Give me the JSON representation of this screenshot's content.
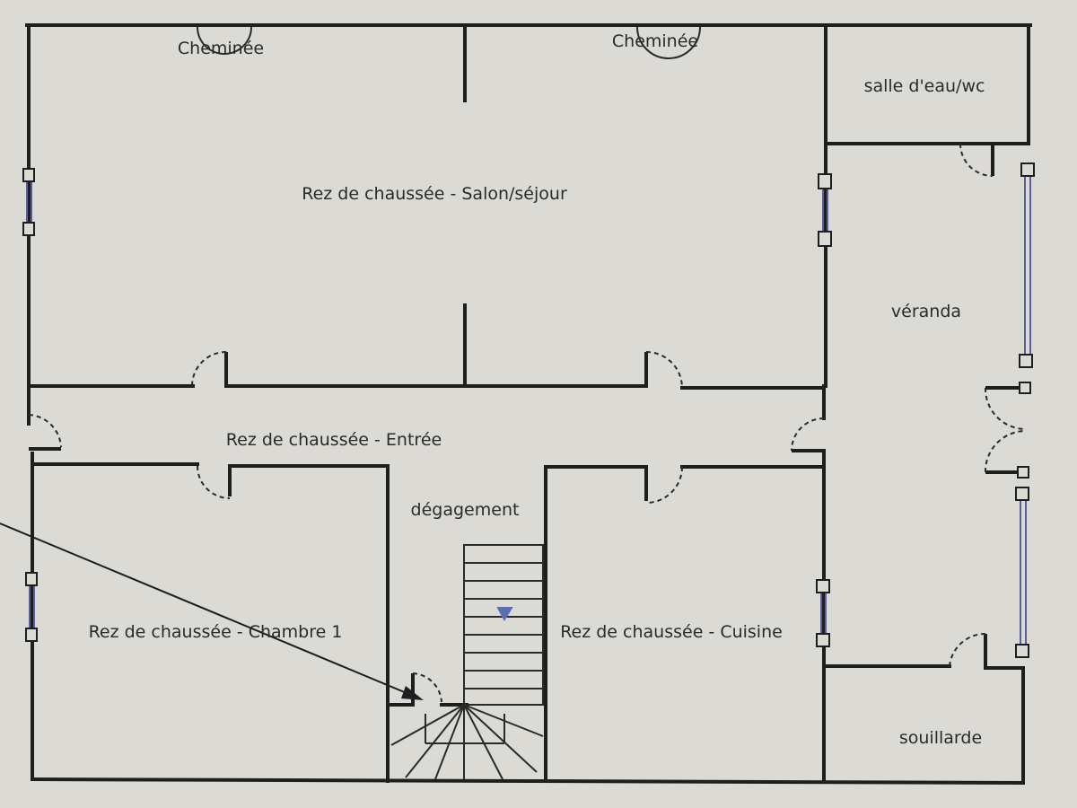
{
  "labels": {
    "chimney_left": "Cheminée",
    "chimney_right": "Cheminée",
    "living_room": "Rez de chaussée - Salon/séjour",
    "shower_wc": "salle d'eau/wc",
    "veranda": "véranda",
    "entrance": "Rez de chaussée - Entrée",
    "corridor": "dégagement",
    "bedroom": "Rez de chaussée - Chambre 1",
    "kitchen": "Rez de chaussée - Cuisine",
    "scullery": "souillarde"
  },
  "colors": {
    "background": "#dcdad4",
    "wall": "#1e1e1e",
    "window_glass": "#5a5f9a",
    "door_swing": "#2a2a2a",
    "stair_arrow": "#5a6fb0"
  }
}
